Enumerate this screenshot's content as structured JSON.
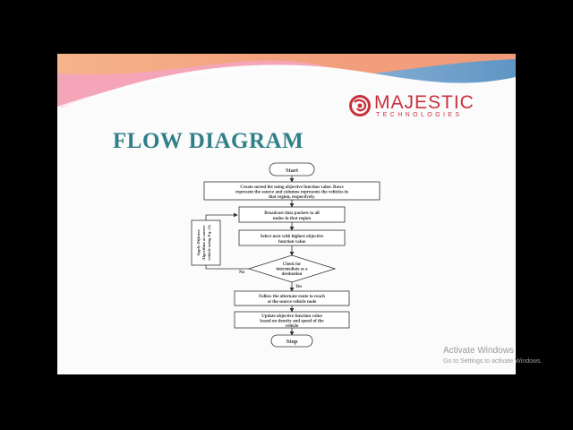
{
  "slide": {
    "title": "FLOW DIAGRAM",
    "colors": {
      "background": "#fbfbfb",
      "title": "#2f7f89",
      "banner_orange": "#f0a27c",
      "banner_pink": "#f4a6b8",
      "banner_blue": "#5a9fd0",
      "logo": "#c7323d"
    }
  },
  "logo": {
    "icon": "majestic-swirl-icon",
    "name": "MAJESTIC",
    "subtitle": "TECHNOLOGIES"
  },
  "flowchart": {
    "start": "Start",
    "steps": [
      [
        "Create sorted list using objective function value. Rows",
        "represent the source and columns represents the vehicles in",
        "that region, respectively."
      ],
      [
        "Broadcast data packets to all",
        "nodes in that region"
      ],
      [
        "Select next with highest objective",
        "function value"
      ],
      [
        "Follow the alternate route to reach",
        "at the source vehicle node"
      ],
      [
        "Update objective function value",
        "based on density and speed of the",
        "vehicle"
      ]
    ],
    "decision": [
      "Check for",
      "intermediate as a",
      "destination"
    ],
    "side_box": [
      "Apply Dijkstra",
      "Algorithm at source",
      "vehicle using Eq. (1)"
    ],
    "no_label": "No",
    "yes_label": "Yes",
    "stop": "Stop"
  },
  "watermark": {
    "title": "Activate Windows",
    "subtitle": "Go to Settings to activate Windows."
  }
}
